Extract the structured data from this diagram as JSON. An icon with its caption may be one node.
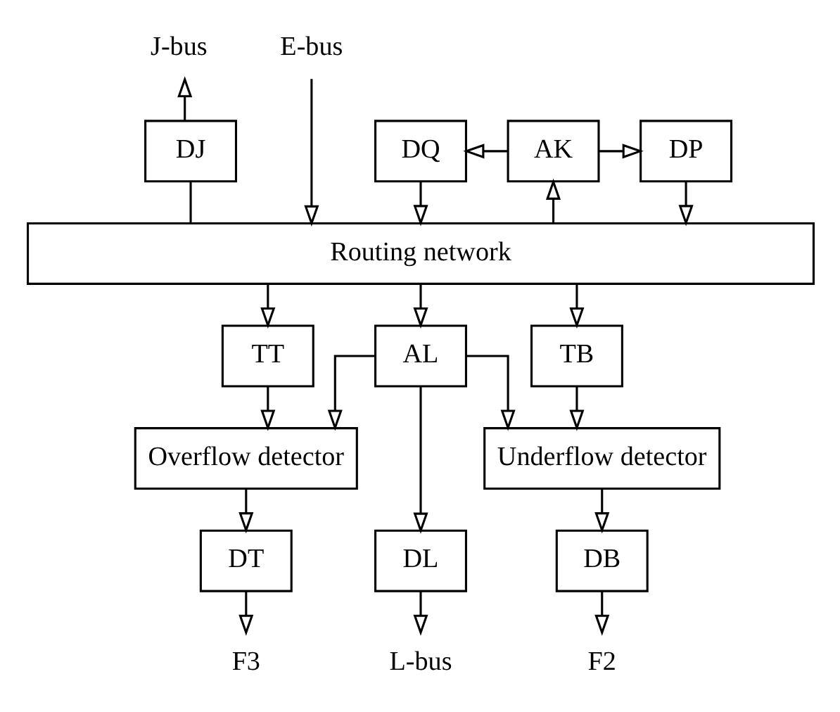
{
  "diagram": {
    "nodes": [
      {
        "text": [
          "J-bus"
        ]
      },
      {
        "text": [
          "E-bus"
        ]
      },
      {
        "text": [
          "DQ"
        ]
      },
      {
        "text": [
          "DP"
        ]
      },
      {
        "text": [
          "AK"
        ]
      },
      {
        "text": [
          "DJ"
        ]
      },
      {
        "text": [
          "Routing network"
        ]
      },
      {
        "text": [
          "TT"
        ]
      },
      {
        "text": [
          "TB"
        ]
      },
      {
        "text": [
          "AL"
        ]
      },
      {
        "text": [
          "Overflow detector"
        ]
      },
      {
        "text": [
          "Underflow detector"
        ]
      },
      {
        "text": [
          "DT"
        ]
      },
      {
        "text": [
          "DB"
        ]
      },
      {
        "text": [
          "DL"
        ]
      },
      {
        "text": [
          "F3"
        ]
      },
      {
        "text": [
          "F2"
        ]
      },
      {
        "text": [
          "L-bus"
        ]
      }
    ],
    "edges": [
      {
        "from": 4,
        "to": 2,
        "arrow": "to"
      },
      {
        "from": 4,
        "to": 3,
        "arrow": "to"
      },
      {
        "from": 2,
        "to": 6,
        "arrow": "to"
      },
      {
        "from": 3,
        "to": 6,
        "arrow": "to"
      },
      {
        "from": 6,
        "to": 4,
        "arrow": "to"
      },
      {
        "from": 5,
        "to": 0,
        "arrow": "to"
      },
      {
        "from": 6,
        "to": 5,
        "arrow": "none"
      },
      {
        "from": 1,
        "to": 6,
        "arrow": "to"
      },
      {
        "from": 6,
        "to": 7,
        "arrow": "to"
      },
      {
        "from": 6,
        "to": 8,
        "arrow": "to"
      },
      {
        "from": 6,
        "to": 9,
        "arrow": "to"
      },
      {
        "from": 7,
        "to": 10,
        "arrow": "to"
      },
      {
        "from": 8,
        "to": 11,
        "arrow": "to"
      },
      {
        "from": 9,
        "to": 10,
        "arrow": "to"
      },
      {
        "from": 9,
        "to": 11,
        "arrow": "to"
      },
      {
        "from": 9,
        "to": 14,
        "arrow": "to"
      },
      {
        "from": 10,
        "to": 12,
        "arrow": "to"
      },
      {
        "from": 11,
        "to": 13,
        "arrow": "to"
      },
      {
        "from": 12,
        "to": 15,
        "arrow": "to"
      },
      {
        "from": 13,
        "to": 16,
        "arrow": "to"
      },
      {
        "from": 14,
        "to": 17,
        "arrow": "to"
      }
    ]
  }
}
